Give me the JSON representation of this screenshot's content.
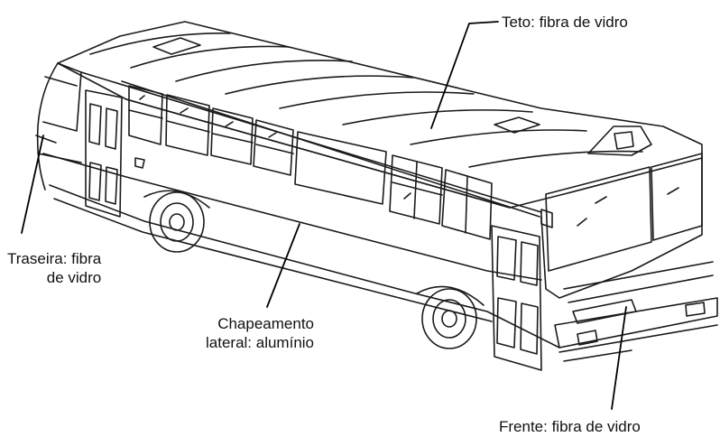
{
  "labels": {
    "roof": "Teto: fibra de vidro",
    "rear_line1": "Traseira: fibra",
    "rear_line2": "de vidro",
    "side_line1": "Chapeamento",
    "side_line2": "lateral: alumínio",
    "front": "Frente: fibra de vidro"
  }
}
